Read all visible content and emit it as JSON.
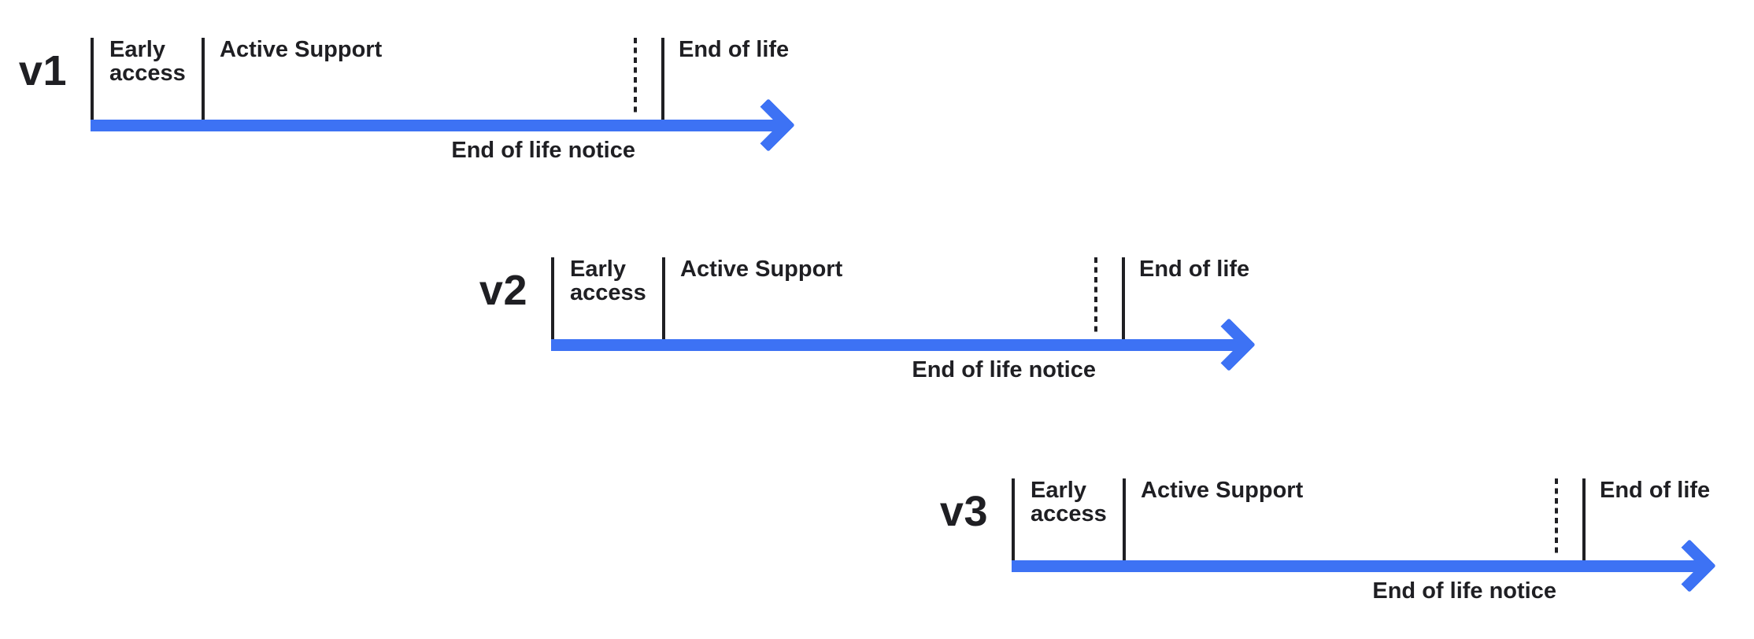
{
  "colors": {
    "accent_blue": "#3d72f4",
    "ink": "#1f1f23",
    "background": "#ffffff"
  },
  "timelines": [
    {
      "version": "v1",
      "early_access_label": "Early access",
      "active_support_label": "Active Support",
      "end_of_life_label": "End of life",
      "end_of_life_notice_label": "End of life notice"
    },
    {
      "version": "v2",
      "early_access_label": "Early access",
      "active_support_label": "Active Support",
      "end_of_life_label": "End of life",
      "end_of_life_notice_label": "End of life notice"
    },
    {
      "version": "v3",
      "early_access_label": "Early access",
      "active_support_label": "Active Support",
      "end_of_life_label": "End of life",
      "end_of_life_notice_label": "End of life notice"
    }
  ]
}
